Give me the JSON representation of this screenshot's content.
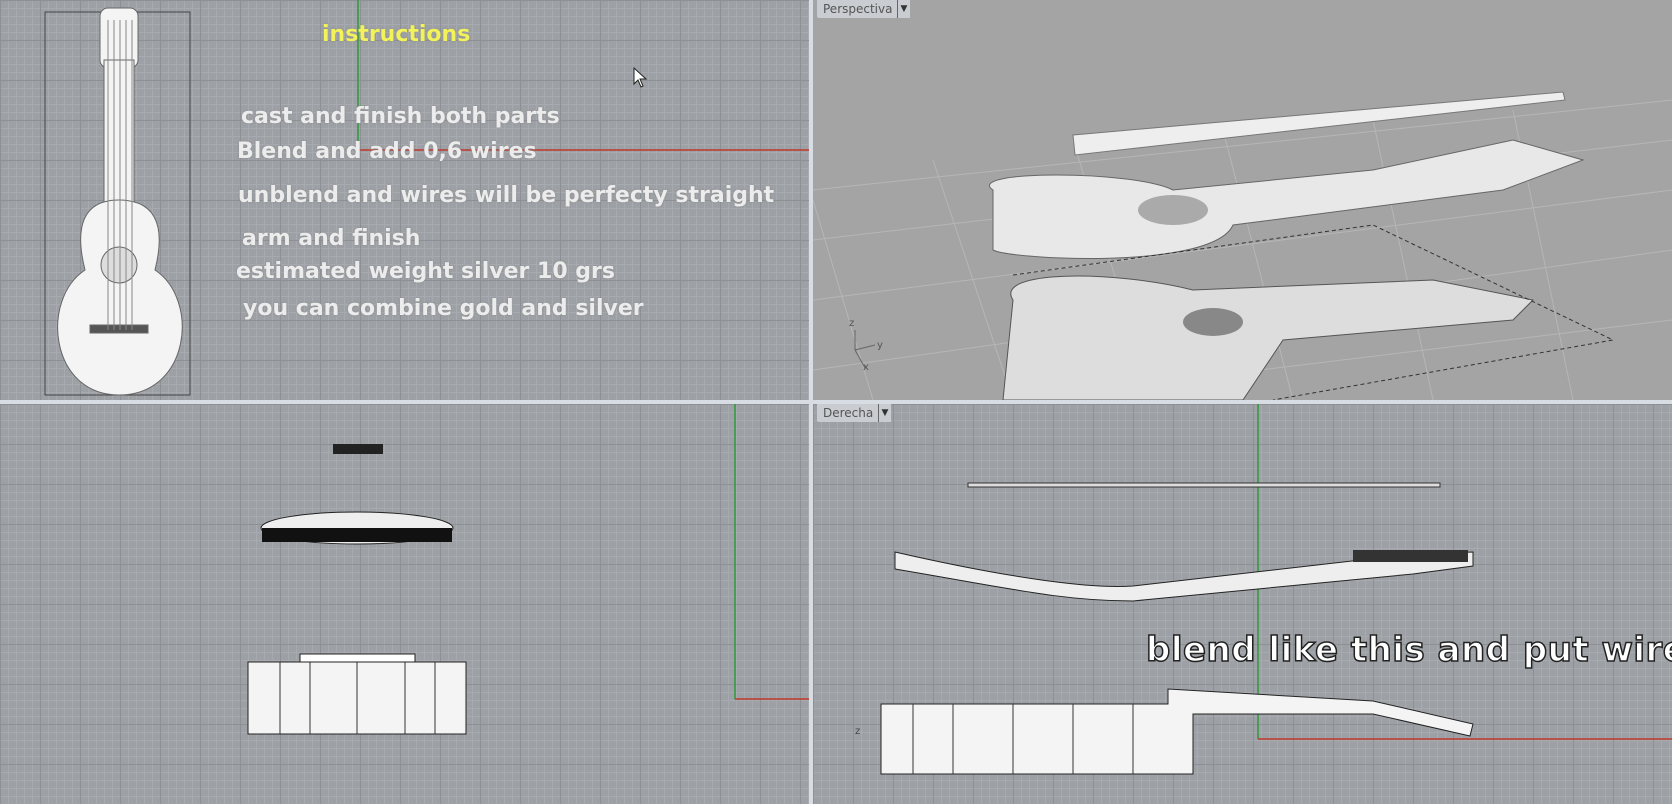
{
  "viewports": {
    "top": {
      "instructions_title": "instructions",
      "lines": [
        "cast and finish both parts",
        "Blend and add 0,6 wires",
        "unblend and wires will be perfecty straight",
        "arm and finish",
        "estimated weight silver 10 grs",
        "you can combine gold and silver"
      ]
    },
    "perspective": {
      "label": "Perspectiva",
      "axes": {
        "z": "z",
        "y": "y",
        "x": "x"
      }
    },
    "front": {},
    "right": {
      "label": "Derecha",
      "caption": "blend like this and put wires",
      "axes": {
        "z": "z"
      }
    }
  },
  "colors": {
    "x_axis": "#c0392b",
    "y_axis": "#2e9a3a",
    "title": "#f2f25a"
  }
}
